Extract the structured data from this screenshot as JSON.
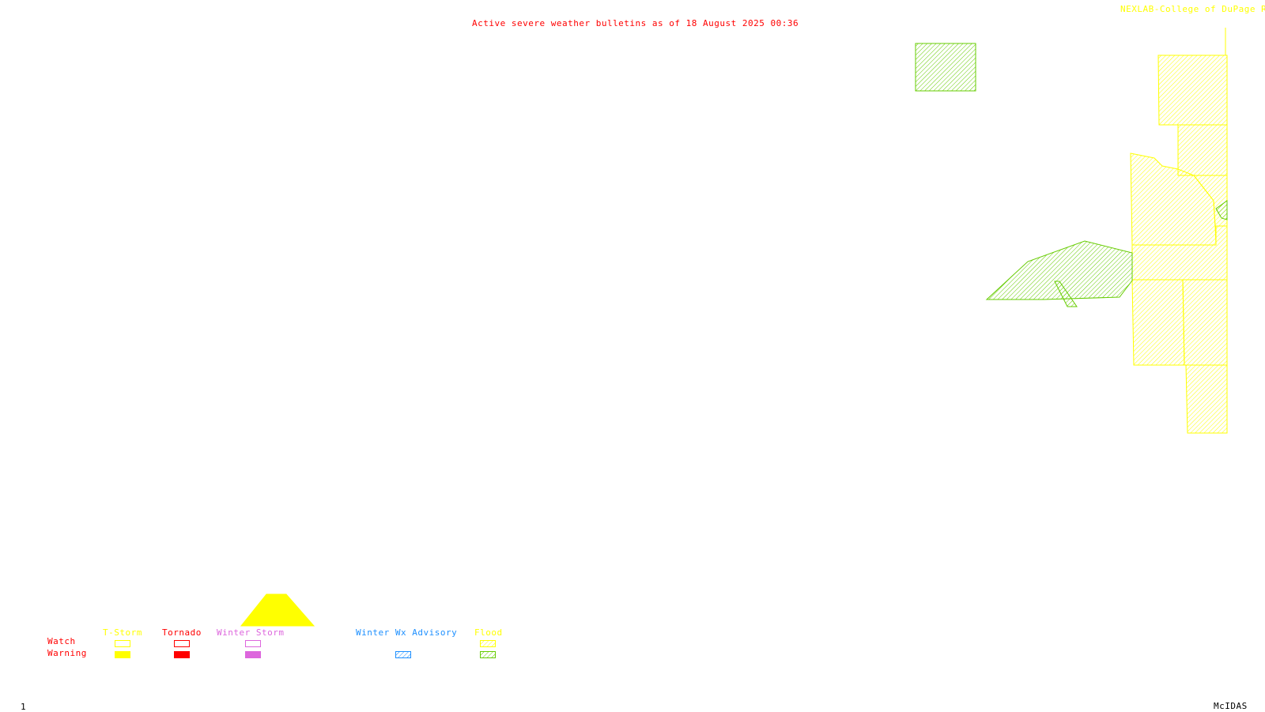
{
  "header": {
    "title": "Active severe weather bulletins as of 18 August 2025 00:36",
    "credit": "NEXLAB-College of DuPage R"
  },
  "legend": {
    "row_labels": {
      "watch": "Watch",
      "warning": "Warning"
    },
    "categories": [
      {
        "label": "T-Storm",
        "color": "#ffff00"
      },
      {
        "label": "Tornado",
        "color": "#ff0000"
      },
      {
        "label": "Winter Storm",
        "color": "#dd66dd"
      },
      {
        "label": "Winter Wx Advisory",
        "color": "#1e90ff"
      },
      {
        "label": "Flood",
        "color": "#ffff00",
        "warning_color": "#66cc00"
      }
    ]
  },
  "footer": {
    "frame": "1",
    "software": "McIDAS"
  },
  "colors": {
    "title": "#ff0000",
    "credit": "#ffff00",
    "flood_watch": "#ffff00",
    "flood_warning": "#66cc00",
    "tstorm": "#ffff00",
    "footer_text": "#000000"
  }
}
